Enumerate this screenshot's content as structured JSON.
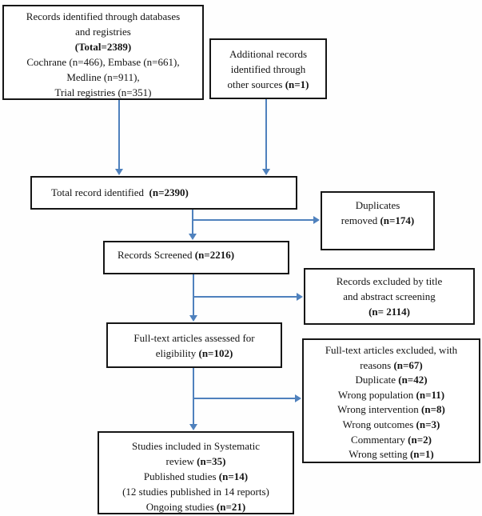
{
  "colors": {
    "arrow_blue": "#4f81bd",
    "box_border": "#161616",
    "background": "#ffffff",
    "text": "#141414"
  },
  "diagram": {
    "identification_db": {
      "line1": "Records identified through databases",
      "line2": "and registries",
      "total_bold": "(Total=2389)",
      "line4": "Cochrane (n=466), Embase (n=661),",
      "line5": "Medline (n=911),",
      "line6": "Trial registries (n=351)"
    },
    "identification_other": {
      "line1": "Additional records",
      "line2": "identified through",
      "line3_text": "other sources ",
      "line3_n": "(n=1)"
    },
    "total_identified": {
      "text": "Total record identified  ",
      "n": "(n=2390)"
    },
    "duplicates_removed": {
      "line1": "Duplicates",
      "line2_text": "removed ",
      "line2_n": "(n=174)"
    },
    "records_screened": {
      "text": "Records Screened ",
      "n": "(n=2216)"
    },
    "excluded_title_abstract": {
      "line1": "Records excluded by title",
      "line2": "and abstract screening",
      "n": "(n= 2114)"
    },
    "fulltext_assessed": {
      "line1": "Full-text articles assessed for",
      "line2_text": "eligibility ",
      "line2_n": "(n=102)"
    },
    "fulltext_excluded": {
      "line1": "Full-text articles excluded, with",
      "reasons_text": "reasons ",
      "reasons_n": "(n=67)",
      "duplicate_text": "Duplicate ",
      "duplicate_n": "(n=42)",
      "population_text": "Wrong population ",
      "population_n": "(n=11)",
      "intervention_text": "Wrong intervention ",
      "intervention_n": "(n=8)",
      "outcomes_text": "Wrong outcomes ",
      "outcomes_n": "(n=3)",
      "commentary_text": "Commentary ",
      "commentary_n": "(n=2)",
      "setting_text": "Wrong setting ",
      "setting_n": "(n=1)"
    },
    "included": {
      "line1": "Studies included in Systematic",
      "line2_text": "review ",
      "line2_n": "(n=35)",
      "line3_text": "Published studies ",
      "line3_n": "(n=14)",
      "line4": "(12 studies published in 14 reports)",
      "line5_text": "Ongoing studies ",
      "line5_n": "(n=21)"
    }
  }
}
